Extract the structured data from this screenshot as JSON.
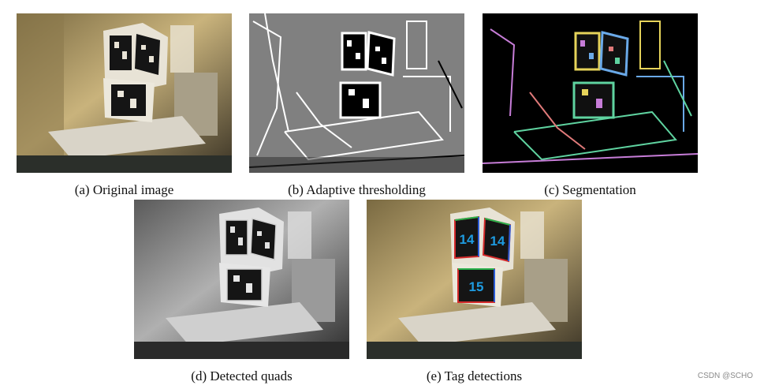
{
  "figure": {
    "panels": [
      {
        "id": "a",
        "caption": "(a) Original image"
      },
      {
        "id": "b",
        "caption": "(b) Adaptive thresholding"
      },
      {
        "id": "c",
        "caption": "(c) Segmentation"
      },
      {
        "id": "d",
        "caption": "(d) Detected quads"
      },
      {
        "id": "e",
        "caption": "(e) Tag detections",
        "tag_ids": [
          "14",
          "14",
          "15"
        ]
      }
    ]
  },
  "watermark": "CSDN @SCHO",
  "colors": {
    "original_tint": "#c8b27a",
    "segment_palette": [
      "#5fd3a0",
      "#c77dd8",
      "#e6d35a",
      "#6aa9e8",
      "#e07a7a"
    ],
    "tag_text": "#1e9be0",
    "detect_edges": [
      "#d42a2a",
      "#2a5ad4",
      "#2ab04a"
    ]
  }
}
